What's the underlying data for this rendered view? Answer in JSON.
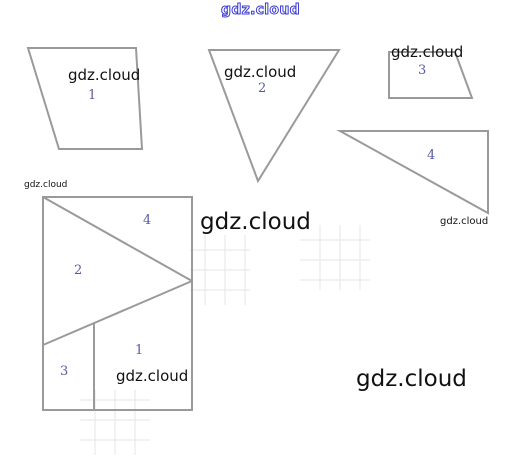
{
  "watermarks": {
    "top": "gdz.cloud",
    "shape1": "gdz.cloud",
    "shape2": "gdz.cloud",
    "shape3": "gdz.cloud",
    "shape4": "gdz.cloud",
    "left_small": "gdz.cloud",
    "middle": "gdz.cloud",
    "inside_rect": "gdz.cloud",
    "bottom_right": "gdz.cloud"
  },
  "piece_labels": {
    "p1": "1",
    "p2": "2",
    "p3": "3",
    "p4": "4"
  },
  "assembled_labels": {
    "p4": "4",
    "p2": "2",
    "p1": "1",
    "p3": "3"
  },
  "colors": {
    "stroke": "#9a9a9a",
    "number": "#5a5aa8",
    "watermark_top_outline": "#3a3ad0"
  }
}
